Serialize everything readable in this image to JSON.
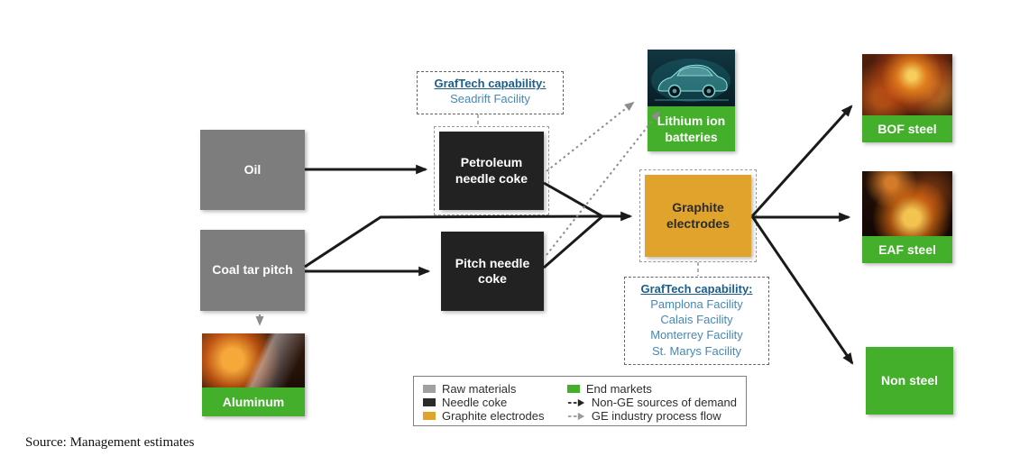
{
  "diagram": {
    "nodes": {
      "oil": "Oil",
      "coal_tar_pitch": "Coal tar pitch",
      "petroleum_needle_coke": "Petroleum needle coke",
      "pitch_needle_coke": "Pitch needle coke",
      "graphite_electrodes": "Graphite electrodes",
      "lithium_ion_batteries": "Lithium ion batteries",
      "bof_steel": "BOF steel",
      "eaf_steel": "EAF steel",
      "non_steel": "Non steel",
      "aluminum": "Aluminum"
    },
    "capability_seadrift": {
      "title": "GrafTech capability:",
      "facilities": [
        "Seadrift Facility"
      ]
    },
    "capability_electrodes": {
      "title": "GrafTech capability:",
      "facilities": [
        "Pamplona Facility",
        "Calais Facility",
        "Monterrey Facility",
        "St. Marys Facility"
      ]
    }
  },
  "legend": {
    "raw_materials": "Raw materials",
    "needle_coke": "Needle coke",
    "graphite_electrodes": "Graphite electrodes",
    "end_markets": "End markets",
    "non_ge": "Non-GE sources of demand",
    "ge_flow": "GE industry process flow"
  },
  "footer": {
    "source": "Source: Management estimates"
  },
  "colors": {
    "raw_material_box": "#7d7d7d",
    "needle_coke_box": "#222222",
    "graphite_box": "#e0a42c",
    "end_market_green": "#43af2a",
    "capability_title_blue": "#1b5e8c",
    "capability_text_blue": "#4788b4",
    "solid_arrow": "#1a1a1a",
    "dotted_arrow": "#8c8c8c"
  }
}
